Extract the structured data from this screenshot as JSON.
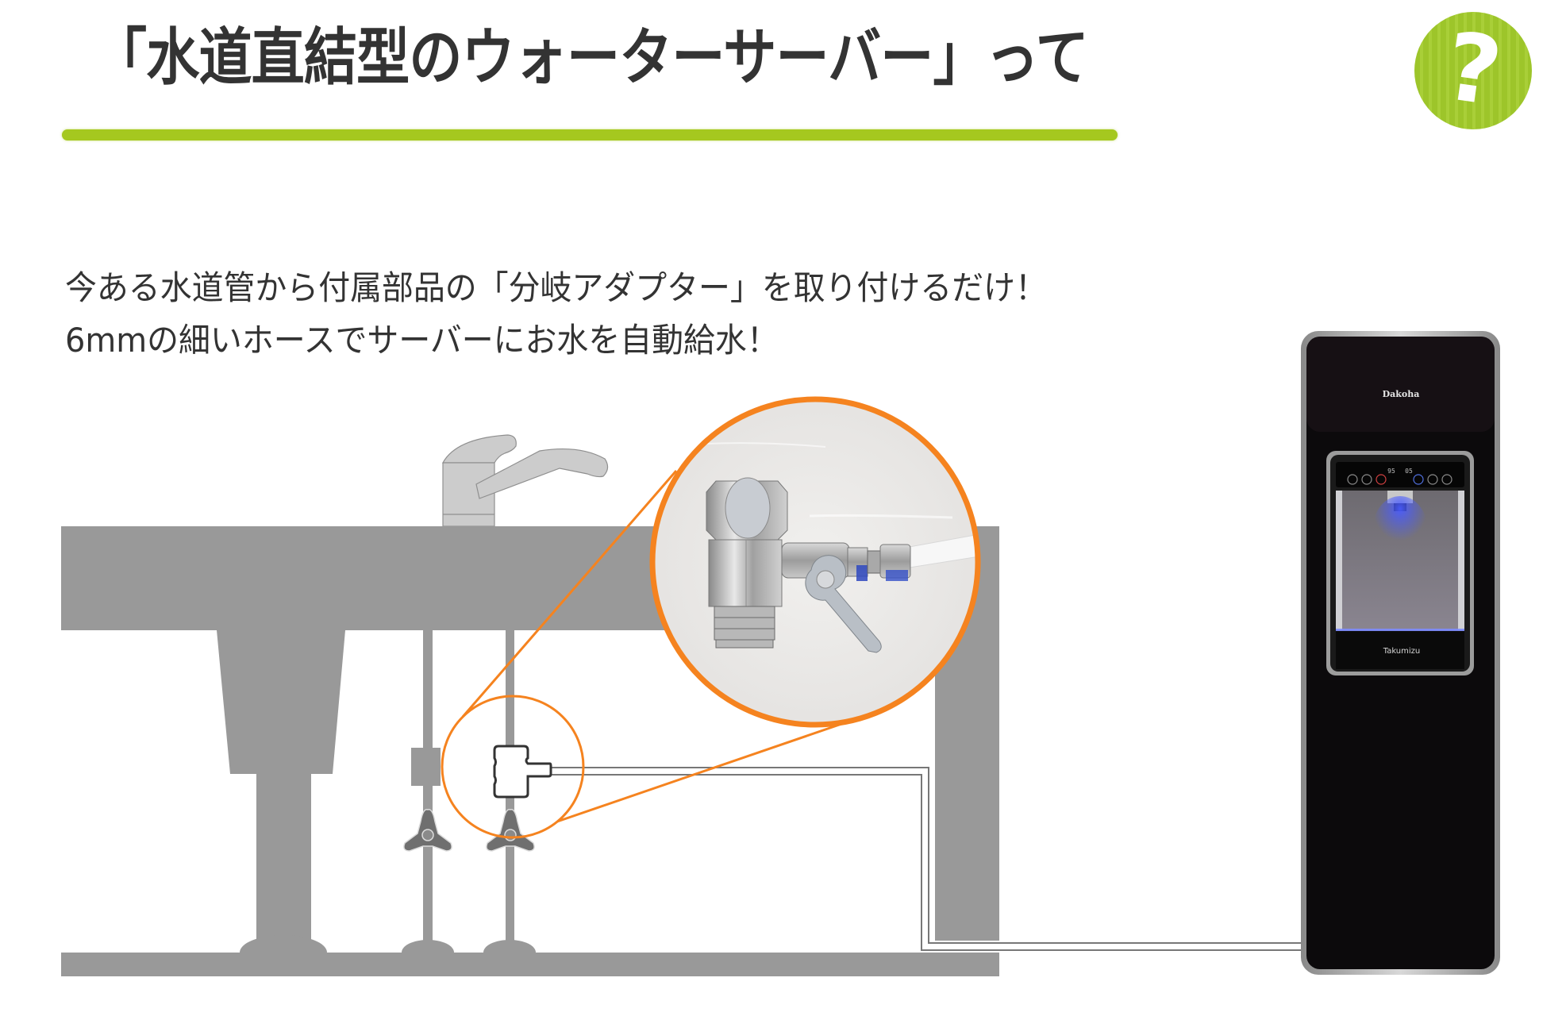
{
  "header": {
    "title": "「水道直結型のウォーターサーバー」って",
    "question_icon": "?",
    "accent_color": "#a5c81f"
  },
  "intro": {
    "line1": "今ある水道管から付属部品の「分岐アダプター」を取り付けるだけ！",
    "line2": "6mmの細いホースでサーバーにお水を自動給水！"
  },
  "diagram": {
    "colors": {
      "structure": "#999999",
      "faucet": "#cccccc",
      "highlight": "#f5831f",
      "server_body": "#0c0a0c",
      "server_trim": "#b5b5b5",
      "hose": "#777777"
    },
    "server": {
      "brand_logo": "Dakoha",
      "sub_logo": "Takumizu",
      "display_left": "95",
      "display_right": "05"
    }
  }
}
